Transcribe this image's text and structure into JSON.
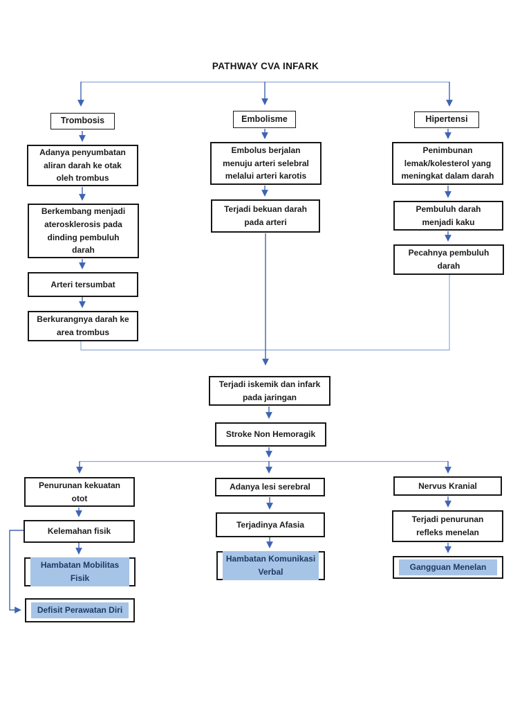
{
  "flow": {
    "title": "PATHWAY CVA INFARK",
    "trombosis": {
      "header": "Trombosis",
      "steps": [
        "Adanya penyumbatan\naliran darah ke otak\noleh trombus",
        "Berkembang menjadi\naterosklerosis pada\ndinding pembuluh\ndarah",
        "Arteri tersumbat",
        "Berkurangnya darah ke\narea trombus"
      ]
    },
    "embolisme": {
      "header": "Embolisme",
      "steps": [
        "Embolus berjalan\nmenuju arteri selebral\nmelalui arteri karotis",
        "Terjadi bekuan darah\npada arteri"
      ]
    },
    "hipertensi": {
      "header": "Hipertensi",
      "steps": [
        "Penimbunan\nlemak/kolesterol yang\nmeningkat dalam darah",
        "Pembuluh darah\nmenjadi kaku",
        "Pecahnya pembuluh\ndarah"
      ]
    },
    "merge": {
      "iskemik": "Terjadi iskemik dan infark\npada jaringan",
      "stroke": "Stroke Non Hemoragik"
    },
    "motor": {
      "steps": [
        "Penurunan kekuatan\notot",
        "Kelemahan fisik"
      ],
      "diagnoses": [
        "Hambatan Mobilitas\nFisik",
        "Defisit Perawatan Diri"
      ]
    },
    "speech": {
      "steps": [
        "Adanya lesi serebral",
        "Terjadinya Afasia"
      ],
      "diagnoses": [
        "Hambatan Komunikasi\nVerbal"
      ]
    },
    "swallow": {
      "steps": [
        "Nervus Kranial",
        "Terjadi penurunan\nrefleks menelan"
      ],
      "diagnoses": [
        "Gangguan Menelan"
      ]
    }
  },
  "colors": {
    "connector": "#3E64B2",
    "line": "#8FA9D8",
    "border": "#161616",
    "highlight": "#A6C4E6",
    "highlight_text": "#1F3864"
  }
}
